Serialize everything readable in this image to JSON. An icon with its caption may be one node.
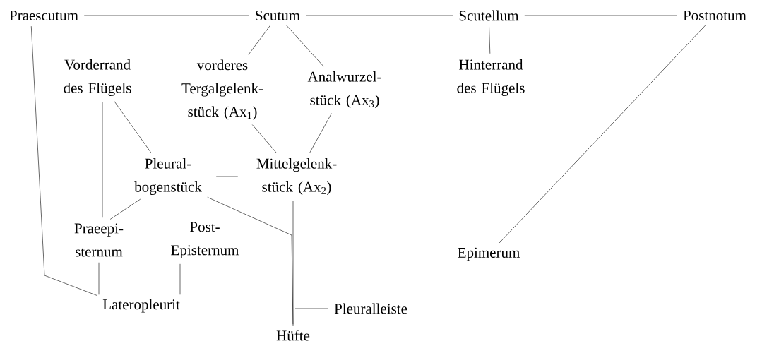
{
  "diagram": {
    "nodes": [
      {
        "text": [
          "Praescutum"
        ]
      },
      {
        "text": [
          "Scutum"
        ]
      },
      {
        "text": [
          "Scutellum"
        ]
      },
      {
        "text": [
          "Postnotum"
        ]
      },
      {
        "text": [
          "Vorderrand des Flügels"
        ]
      },
      {
        "text": [
          "vorderes Tergalgelenk- stück (Ax$_{1}$)"
        ]
      },
      {
        "text": [
          "Analwurzel- stück (Ax$_{3}$)"
        ]
      },
      {
        "text": [
          "Hinterrand des Flügels"
        ]
      },
      {
        "text": [
          "Pleural- bogenstück"
        ]
      },
      {
        "text": [
          "Mittelgelenk- stück (Ax$_{2}$)"
        ]
      },
      {
        "text": [
          "Praeepi- sternum"
        ]
      },
      {
        "text": [
          "Post- Episternum"
        ]
      },
      {
        "text": [
          "Epimerum"
        ]
      },
      {
        "text": [
          "Lateropleurit"
        ]
      },
      {
        "text": [
          "Pleuralleiste"
        ]
      },
      {
        "text": [
          "Hüfte"
        ]
      }
    ],
    "edges": [
      {
        "from": 0,
        "to": 1,
        "arrow": "none"
      },
      {
        "from": 1,
        "to": 2,
        "arrow": "none"
      },
      {
        "from": 2,
        "to": 3,
        "arrow": "none"
      },
      {
        "from": 1,
        "to": 5,
        "arrow": "none"
      },
      {
        "from": 1,
        "to": 6,
        "arrow": "none"
      },
      {
        "from": 2,
        "to": 7,
        "arrow": "none"
      },
      {
        "from": 3,
        "to": 12,
        "arrow": "none"
      },
      {
        "from": 0,
        "to": 13,
        "arrow": "none"
      },
      {
        "from": 4,
        "to": 10,
        "arrow": "none"
      },
      {
        "from": 4,
        "to": 8,
        "arrow": "none"
      },
      {
        "from": 5,
        "to": 9,
        "arrow": "none"
      },
      {
        "from": 6,
        "to": 9,
        "arrow": "none"
      },
      {
        "from": 8,
        "to": 9,
        "arrow": "none"
      },
      {
        "from": 8,
        "to": 10,
        "arrow": "none"
      },
      {
        "from": 8,
        "to": 15,
        "arrow": "none"
      },
      {
        "from": 9,
        "to": 15,
        "arrow": "none"
      },
      {
        "from": 14,
        "to": 15,
        "arrow": "none"
      },
      {
        "from": 10,
        "to": 13,
        "arrow": "none"
      },
      {
        "from": 11,
        "to": 13,
        "arrow": "none"
      }
    ]
  }
}
